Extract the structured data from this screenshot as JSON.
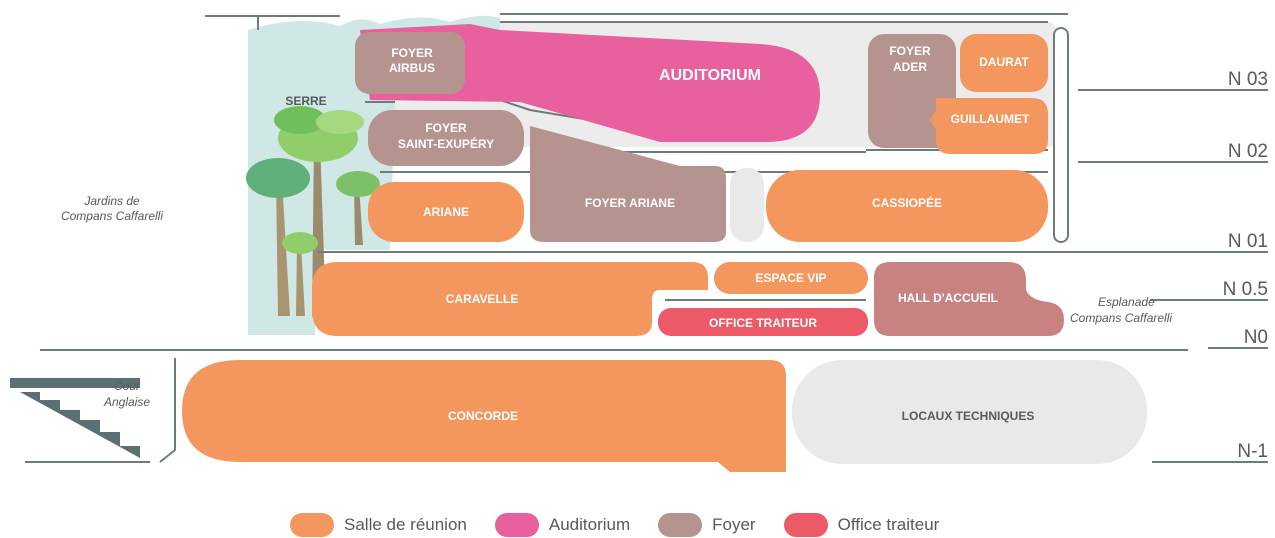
{
  "colors": {
    "salle": "#f4975e",
    "auditorium": "#e8609e",
    "foyer": "#b5938f",
    "hall": "#c98282",
    "traiteur": "#ec5a68",
    "technique": "#e9e9e9",
    "serre": "#cfe8e5",
    "line": "#6f7b7b"
  },
  "rooms": {
    "foyer_airbus": [
      "FOYER",
      "AIRBUS"
    ],
    "auditorium": "AUDITORIUM",
    "foyer_ader": [
      "FOYER",
      "ADER"
    ],
    "daurat": "DAURAT",
    "guillaumet": "GUILLAUMET",
    "foyer_saint_exupery": [
      "FOYER",
      "SAINT-EXUPÉRY"
    ],
    "foyer_ariane": "FOYER ARIANE",
    "ariane": "ARIANE",
    "cassiopee": "CASSIOPÉE",
    "caravelle": "CARAVELLE",
    "espace_vip": "ESPACE VIP",
    "office_traiteur": "OFFICE TRAITEUR",
    "hall_accueil": "HALL D'ACCUEIL",
    "concorde": "CONCORDE",
    "locaux_techniques": "LOCAUX TECHNIQUES"
  },
  "places": {
    "serre": "SERRE",
    "jardins": [
      "Jardins de",
      "Compans Caffarelli"
    ],
    "esplanade": [
      "Esplanade",
      "Compans Caffarelli"
    ],
    "cour": [
      "Cour",
      "Anglaise"
    ]
  },
  "levels": {
    "n03": "N 03",
    "n02": "N 02",
    "n01": "N 01",
    "n05": "N 0.5",
    "n0": "N0",
    "nm1": "N-1"
  },
  "legend": [
    {
      "label": "Salle de réunion",
      "color": "#f4975e"
    },
    {
      "label": "Auditorium",
      "color": "#e8609e"
    },
    {
      "label": "Foyer",
      "color": "#b5938f"
    },
    {
      "label": "Office traiteur",
      "color": "#ec5a68"
    }
  ]
}
